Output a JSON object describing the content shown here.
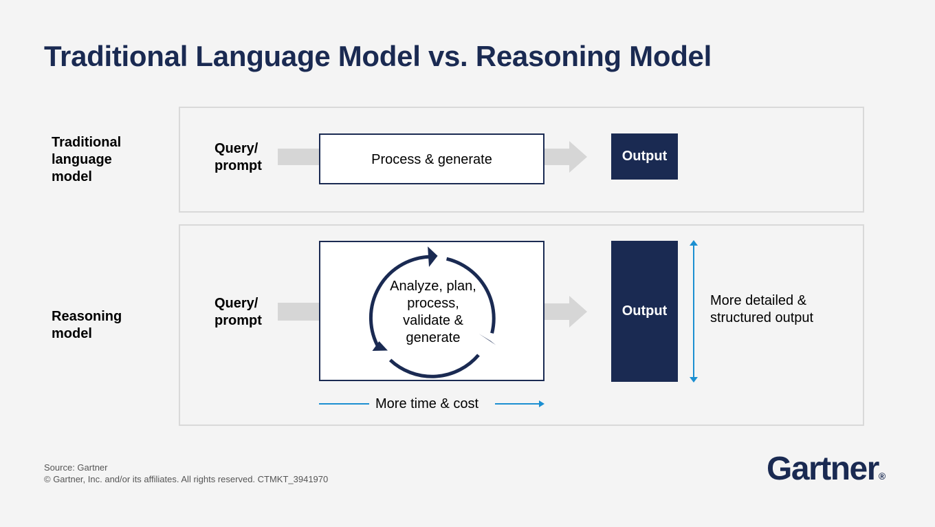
{
  "title": "Traditional Language Model vs. Reasoning Model",
  "traditional": {
    "label_lines": [
      "Traditional",
      "language",
      "model"
    ],
    "query_lines": [
      "Query/",
      "prompt"
    ],
    "process": "Process & generate",
    "output": "Output"
  },
  "reasoning": {
    "label_lines": [
      "Reasoning",
      "model"
    ],
    "query_lines": [
      "Query/",
      "prompt"
    ],
    "process_lines": [
      "Analyze, plan,",
      "process,",
      "validate &",
      "generate"
    ],
    "output": "Output",
    "time_cost": "More time & cost",
    "detail_lines": [
      "More detailed &",
      "structured output"
    ]
  },
  "footer": {
    "source": "Source: Gartner",
    "copyright": "© Gartner, Inc. and/or its affiliates. All rights reserved. CTMKT_3941970"
  },
  "logo": {
    "text": "Gartner",
    "mark": "®"
  },
  "colors": {
    "navy": "#1a2a52",
    "accent_blue": "#1b8fd1",
    "arrow_gray": "#d6d6d6",
    "panel_border": "#d9d9d9",
    "background": "#f4f4f4"
  }
}
